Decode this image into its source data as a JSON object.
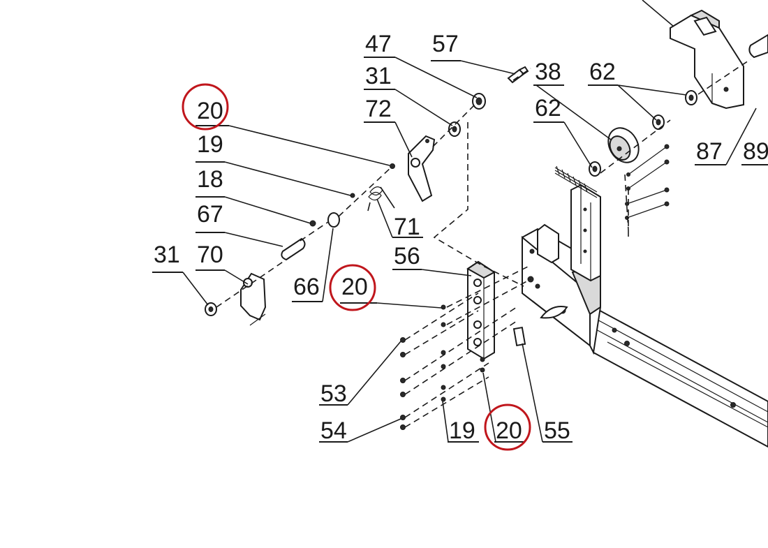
{
  "callouts": [
    {
      "id": "c20a",
      "text": "20",
      "highlighted": true
    },
    {
      "id": "c19a",
      "text": "19"
    },
    {
      "id": "c18",
      "text": "18"
    },
    {
      "id": "c67",
      "text": "67"
    },
    {
      "id": "c31a",
      "text": "31"
    },
    {
      "id": "c70",
      "text": "70"
    },
    {
      "id": "c66",
      "text": "66"
    },
    {
      "id": "c20b",
      "text": "20",
      "highlighted": true
    },
    {
      "id": "c47",
      "text": "47"
    },
    {
      "id": "c57",
      "text": "57"
    },
    {
      "id": "c31b",
      "text": "31"
    },
    {
      "id": "c72",
      "text": "72"
    },
    {
      "id": "c71",
      "text": "71"
    },
    {
      "id": "c56",
      "text": "56"
    },
    {
      "id": "c38",
      "text": "38"
    },
    {
      "id": "c62a",
      "text": "62"
    },
    {
      "id": "c62b",
      "text": "62"
    },
    {
      "id": "c87",
      "text": "87"
    },
    {
      "id": "c89",
      "text": "89"
    },
    {
      "id": "c53",
      "text": "53"
    },
    {
      "id": "c54",
      "text": "54"
    },
    {
      "id": "c19b",
      "text": "19"
    },
    {
      "id": "c20c",
      "text": "20",
      "highlighted": true
    },
    {
      "id": "c55",
      "text": "55"
    }
  ],
  "colors": {
    "line": "#1a1a1a",
    "highlight_circle": "#c0161c",
    "background": "#ffffff"
  }
}
